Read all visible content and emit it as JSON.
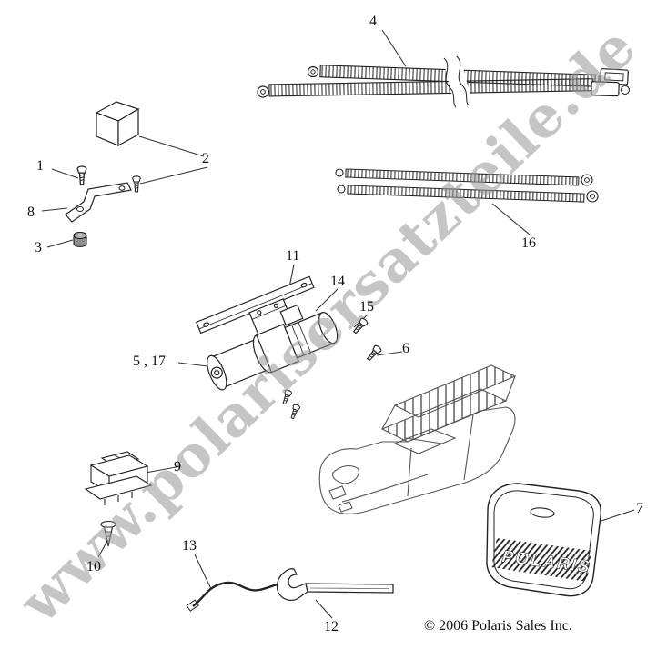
{
  "watermark": {
    "text": "www.polarisersatzteile.de"
  },
  "footer": {
    "copyright": "© 2006 Polaris Sales Inc."
  },
  "grille": {
    "brand_text": "POLARIS"
  },
  "callouts": {
    "n1": "1",
    "n2": "2",
    "n3": "3",
    "n4": "4",
    "n5_17": "5 , 17",
    "n6": "6",
    "n7": "7",
    "n8": "8",
    "n9": "9",
    "n10": "10",
    "n11": "11",
    "n12": "12",
    "n13": "13",
    "n14": "14",
    "n15": "15",
    "n16": "16"
  }
}
